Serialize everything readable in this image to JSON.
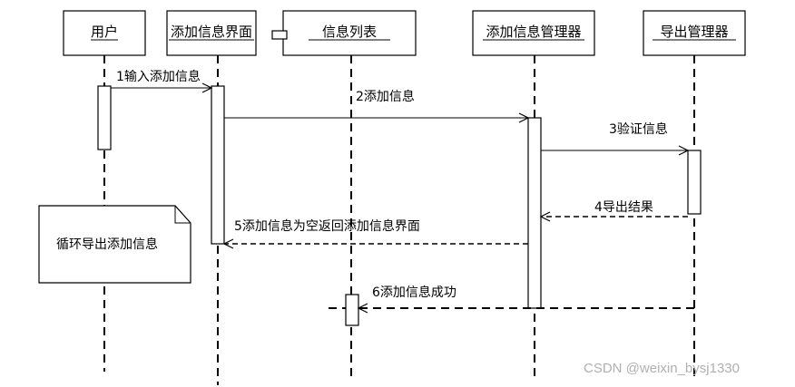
{
  "objects": {
    "user": "用户",
    "add_ui": "添加信息界面",
    "info_list": "信息列表",
    "add_manager": "添加信息管理器",
    "export_manager": "导出管理器"
  },
  "messages": {
    "m1": "1输入添加信息",
    "m2": "2添加信息",
    "m3": "3验证信息",
    "m4": "4导出结果",
    "m5": "5添加信息为空返回添加信息界面",
    "m6": "6添加信息成功"
  },
  "note": "循环导出添加信息",
  "watermark": "CSDN @weixin_bysj1330"
}
